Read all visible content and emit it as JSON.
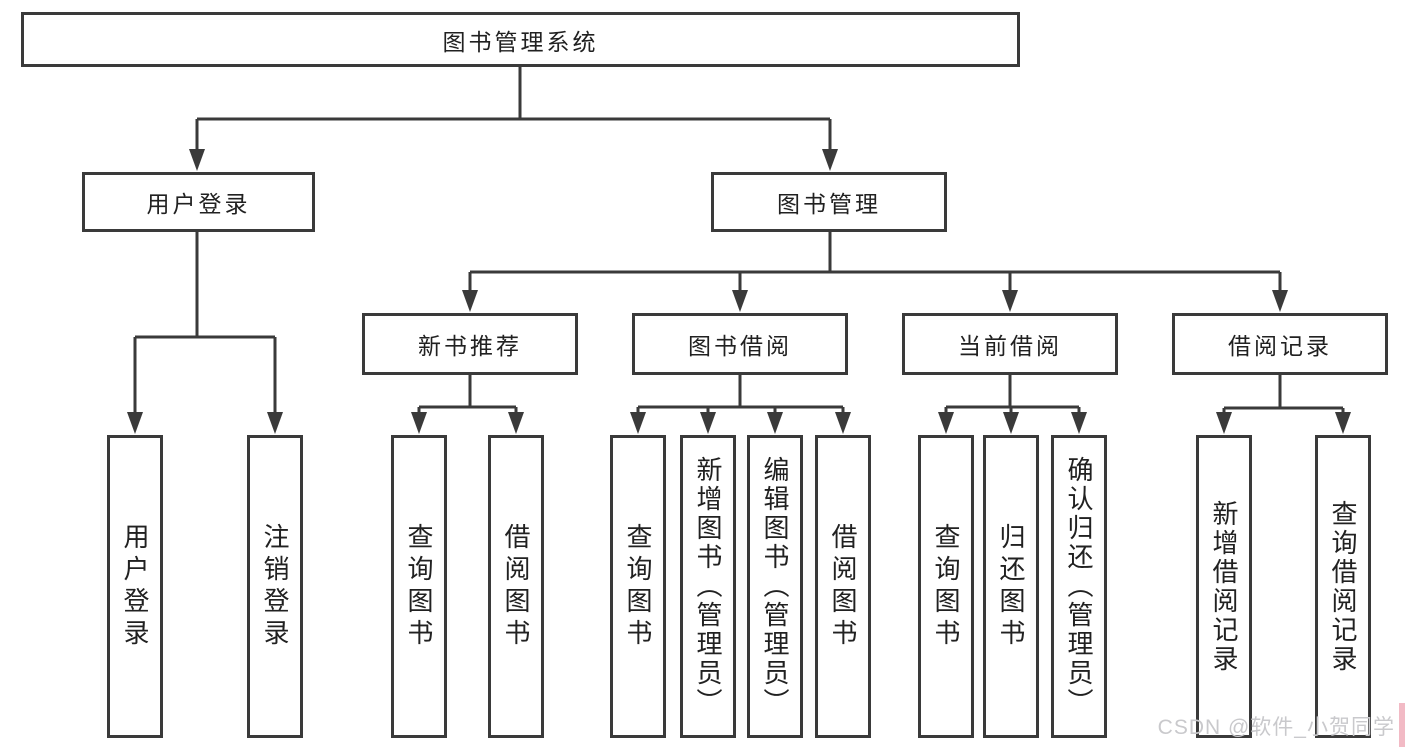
{
  "nodes": {
    "root": {
      "label": "图书管理系统"
    },
    "level2": [
      {
        "label": "用户登录"
      },
      {
        "label": "图书管理"
      }
    ],
    "level3": [
      {
        "label": "新书推荐"
      },
      {
        "label": "图书借阅"
      },
      {
        "label": "当前借阅"
      },
      {
        "label": "借阅记录"
      }
    ],
    "leaves": [
      {
        "label": "用户登录"
      },
      {
        "label": "注销登录"
      },
      {
        "label": "查询图书"
      },
      {
        "label": "借阅图书"
      },
      {
        "label": "查询图书"
      },
      {
        "label": "新增图书（管理员）"
      },
      {
        "label": "编辑图书（管理员）"
      },
      {
        "label": "借阅图书"
      },
      {
        "label": "查询图书"
      },
      {
        "label": "归还图书"
      },
      {
        "label": "确认归还（管理员）"
      },
      {
        "label": "新增借阅记录"
      },
      {
        "label": "查询借阅记录"
      }
    ]
  },
  "watermark": "CSDN @软件_小贺同学",
  "colors": {
    "line": "#3a3a3a",
    "text": "#212121",
    "watermark_text": "#c9c9cc",
    "watermark_accent": "#f2bac5"
  }
}
